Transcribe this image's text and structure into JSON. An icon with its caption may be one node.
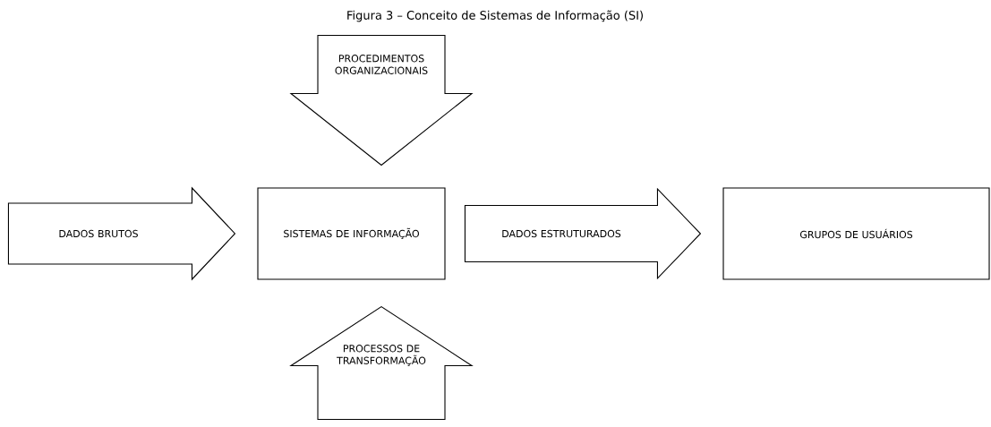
{
  "diagram": {
    "title": "Figura 3 – Conceito de Sistemas de Informação (SI)",
    "nodes": [
      {
        "text": [
          "SISTEMAS DE INFORMAÇÃO"
        ]
      },
      {
        "text": [
          "GRUPOS DE USUÁRIOS"
        ]
      }
    ],
    "edges": [
      {
        "from": null,
        "to": 0,
        "arrow": "to",
        "label": "PROCEDIMENTOS ORGANIZACIONAIS"
      },
      {
        "from": null,
        "to": 0,
        "arrow": "to",
        "label": "DADOS  BRUTOS"
      },
      {
        "from": 0,
        "to": 1,
        "arrow": "to",
        "label": "DADOS  ESTRUTURADOS"
      },
      {
        "from": null,
        "to": 0,
        "arrow": "to",
        "label": "PROCESSOS DE TRANSFORMAÇÃO"
      }
    ]
  }
}
